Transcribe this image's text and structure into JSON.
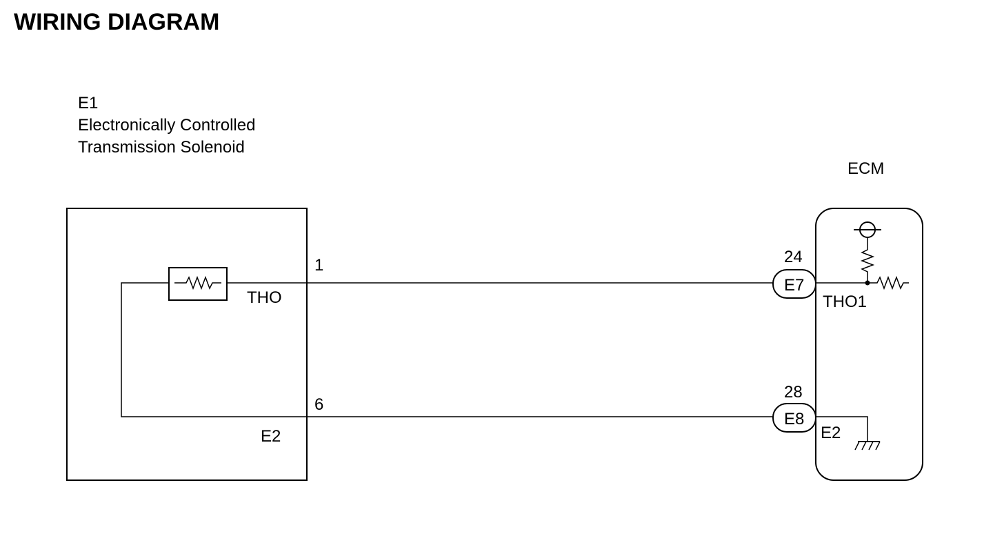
{
  "title": "WIRING DIAGRAM",
  "component_e1": {
    "code": "E1",
    "name_line1": "Electronically Controlled",
    "name_line2": "Transmission Solenoid",
    "terminal_tho": "THO",
    "terminal_e2": "E2",
    "pin_1": "1",
    "pin_6": "6"
  },
  "ecm": {
    "name": "ECM",
    "connector_e7": "E7",
    "connector_e8": "E8",
    "pin_24": "24",
    "pin_28": "28",
    "terminal_tho1": "THO1",
    "terminal_e2": "E2"
  },
  "icons": [
    "resistor-icon",
    "voltage-source-icon",
    "ground-icon"
  ],
  "colors": {
    "line": "#000000",
    "background": "#ffffff"
  }
}
